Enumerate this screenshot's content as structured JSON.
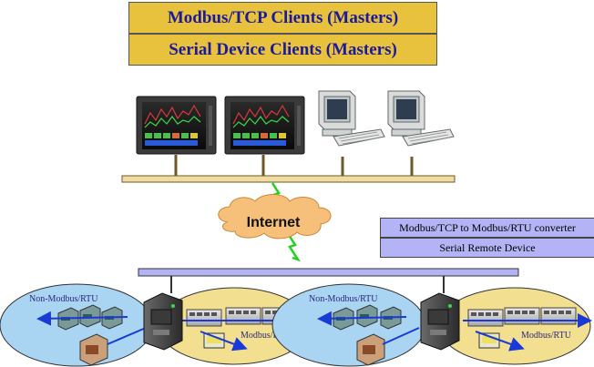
{
  "titles": {
    "clients_tcp": "Modbus/TCP Clients (Masters)",
    "clients_serial": "Serial Device Clients (Masters)"
  },
  "legend": {
    "converter": "Modbus/TCP to Modbus/RTU converter",
    "remote": "Serial Remote Device"
  },
  "network": {
    "internet_label": "Internet"
  },
  "segments": [
    {
      "non_modbus_label": "Non-Modbus/RTU",
      "modbus_label": "Modbus/RTU"
    },
    {
      "non_modbus_label": "Non-Modbus/RTU",
      "modbus_label": "Modbus/RTU"
    }
  ],
  "colors": {
    "title_fill": "#e8c13d",
    "title_text": "#1a1a9a",
    "legend_fill": "#b3b3f5",
    "bus_top": "#f0dca0",
    "bus_bottom": "#b3b3f5",
    "ellipse_blue": "#a9d4f2",
    "ellipse_yellow": "#f3df90",
    "cloud": "#f7c07a",
    "lightning": "#1fd21f"
  }
}
